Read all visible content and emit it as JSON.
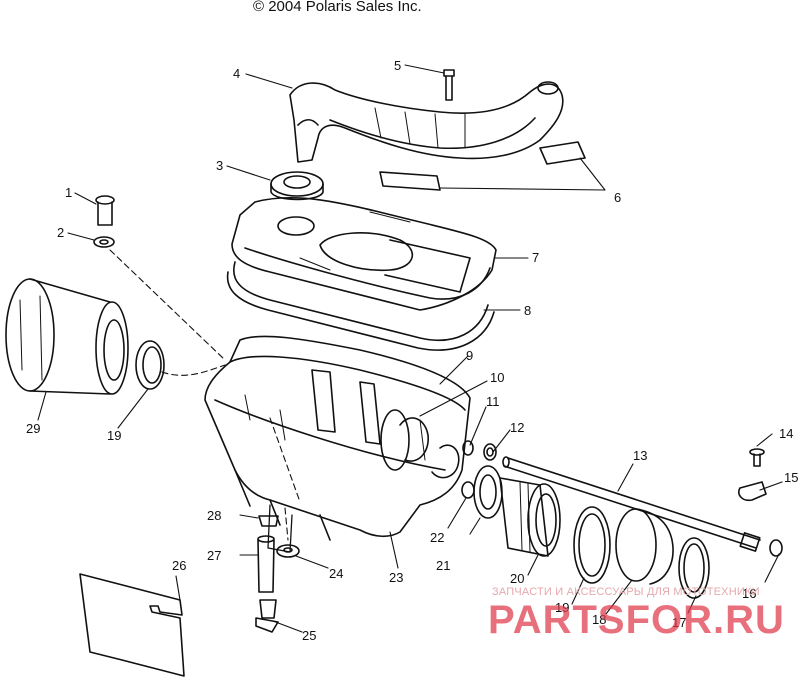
{
  "copyright": "© 2004 Polaris Sales Inc.",
  "watermark": {
    "line": "ЗАПЧАСТИ И АКСЕССУАРЫ ДЛЯ МОТОТЕХНИКИ",
    "brand": "PARTSFOR.RU",
    "color": "#e03a4a"
  },
  "callouts": {
    "c1": "1",
    "c2": "2",
    "c3": "3",
    "c4": "4",
    "c5": "5",
    "c6": "6",
    "c7": "7",
    "c8": "8",
    "c9": "9",
    "c10": "10",
    "c11": "11",
    "c12": "12",
    "c13": "13",
    "c14": "14",
    "c15": "15",
    "c16": "16",
    "c17": "17",
    "c18": "18",
    "c19a": "19",
    "c19b": "19",
    "c20": "20",
    "c21": "21",
    "c22": "22",
    "c23": "23",
    "c24": "24",
    "c25": "25",
    "c26": "26",
    "c27": "27",
    "c28": "28",
    "c29": "29"
  }
}
